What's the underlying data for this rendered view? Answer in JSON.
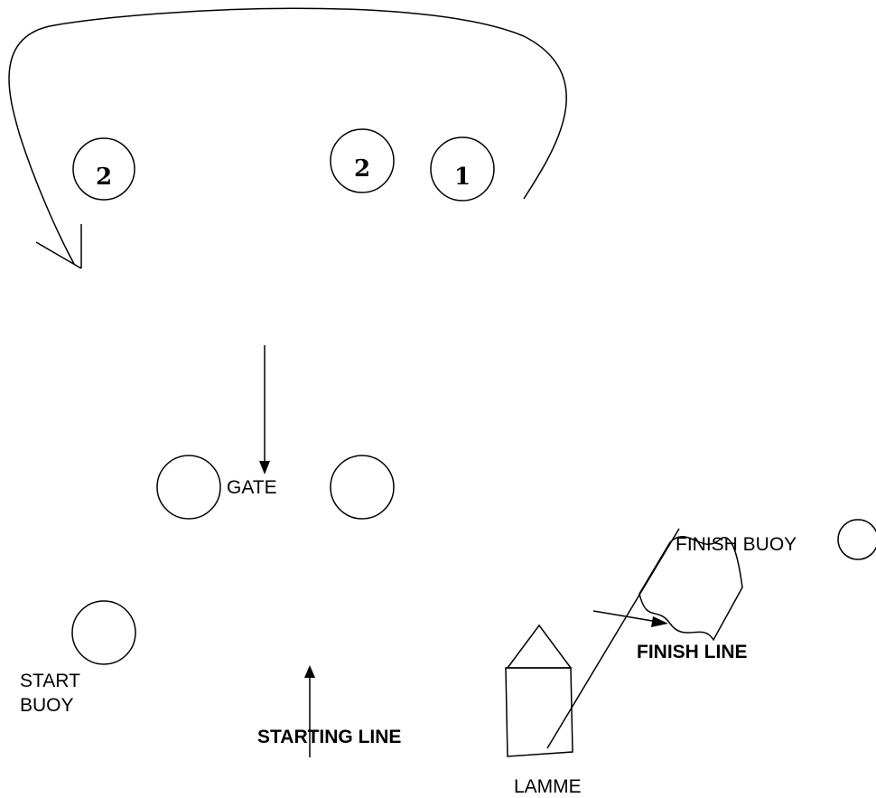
{
  "colors": {
    "background": "#ffffff",
    "ink": "#000000"
  },
  "buoys": {
    "left_number": "2",
    "middle_number": "2",
    "right_number": "1"
  },
  "labels": {
    "gate": "GATE",
    "start_buoy_line1": "START",
    "start_buoy_line2": "BUOY",
    "starting_line": "STARTING LINE",
    "finish_buoy": "FINISH BUOY",
    "finish_line": "FINISH LINE",
    "lamme": "LAMME"
  },
  "icons": {
    "course_turn": "curved-arrow-icon",
    "flag": "flag-icon",
    "boathouse": "house-icon"
  }
}
